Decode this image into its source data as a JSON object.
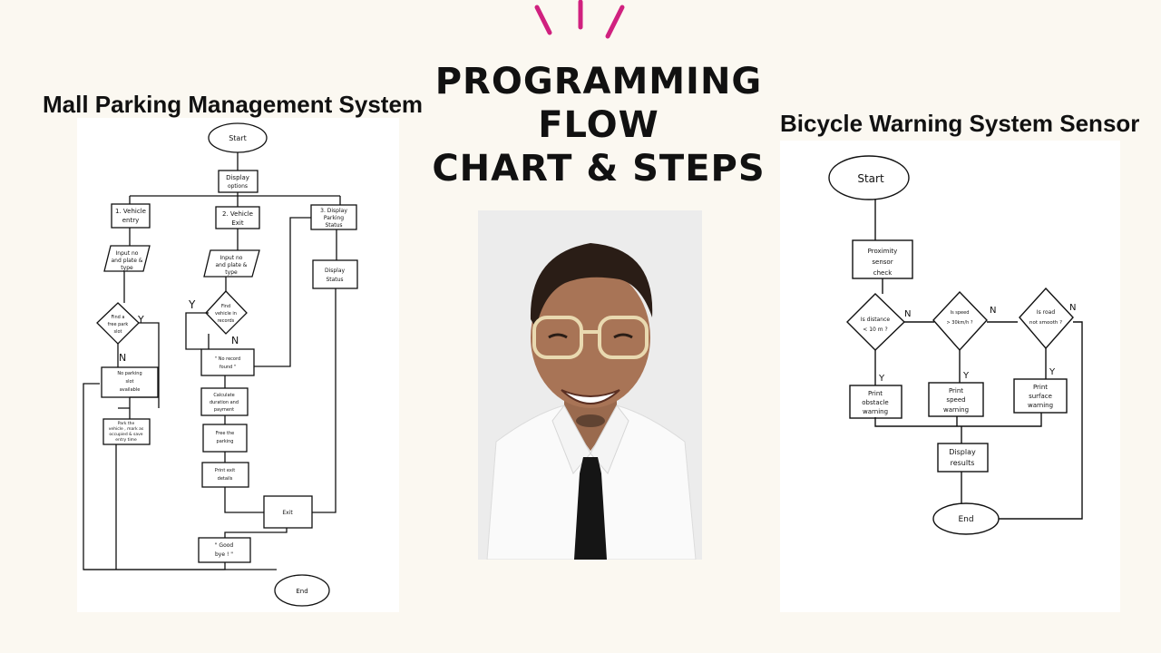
{
  "title_line1": "PROGRAMMING FLOW",
  "title_line2": "CHART & STEPS",
  "left_diagram": {
    "title": "Mall Parking Management System",
    "nodes": {
      "start": "Start",
      "display_options_1": "Display",
      "display_options_2": "options",
      "vehicle_entry_1": "1. Vehicle",
      "vehicle_entry_2": "entry",
      "vehicle_exit_1": "2. Vehicle",
      "vehicle_exit_2": "Exit",
      "display_parking_1": "3. Display",
      "display_parking_2": "Parking",
      "display_parking_3": "Status",
      "input_entry_1": "Input no",
      "input_entry_2": "and plate &",
      "input_entry_3": "type",
      "input_exit_1": "Input no",
      "input_exit_2": "and plate &",
      "input_exit_3": "type",
      "display_status_1": "Display",
      "display_status_2": "Status",
      "find_slot_1": "Find a",
      "find_slot_2": "free park",
      "find_slot_3": "slot",
      "find_vehicle_1": "Find",
      "find_vehicle_2": "vehicle in",
      "find_vehicle_3": "records",
      "no_slot_1": "No parking",
      "no_slot_2": "slot",
      "no_slot_3": "available",
      "no_record_1": "\" No record",
      "no_record_2": "found \"",
      "park_1": "Park the",
      "park_2": "vehicle , mark as",
      "park_3": "occupied & save",
      "park_4": "entry time",
      "calc_1": "Calculate",
      "calc_2": "duration and",
      "calc_3": "payment",
      "free_1": "Free the",
      "free_2": "parking",
      "print_1": "Print exit",
      "print_2": "details",
      "exit": "Exit",
      "goodbye_1": "\" Good",
      "goodbye_2": "bye ! \"",
      "end": "End",
      "label_y1": "Y",
      "label_n1": "N",
      "label_y2": "Y",
      "label_n2": "N"
    }
  },
  "right_diagram": {
    "title": "Bicycle Warning System Sensor",
    "nodes": {
      "start": "Start",
      "prox_1": "Proximity",
      "prox_2": "sensor",
      "prox_3": "check",
      "dist_1": "Is distance",
      "dist_2": "< 10 m ?",
      "speed_1": "Is speed",
      "speed_2": "> 30km/h ?",
      "road_1": "Is road",
      "road_2": "not smooth ?",
      "obst_1": "Print",
      "obst_2": "obstacle",
      "obst_3": "warning",
      "spd_1": "Print",
      "spd_2": "speed",
      "spd_3": "warning",
      "surf_1": "Print",
      "surf_2": "surface",
      "surf_3": "warning",
      "disp_1": "Display",
      "disp_2": "results",
      "end": "End",
      "n1": "N",
      "n2": "N",
      "n3": "N",
      "y1": "Y",
      "y2": "Y",
      "y3": "Y"
    }
  },
  "colors": {
    "background": "#fbf8f1",
    "accent": "#d0217f",
    "ink": "#111111"
  }
}
